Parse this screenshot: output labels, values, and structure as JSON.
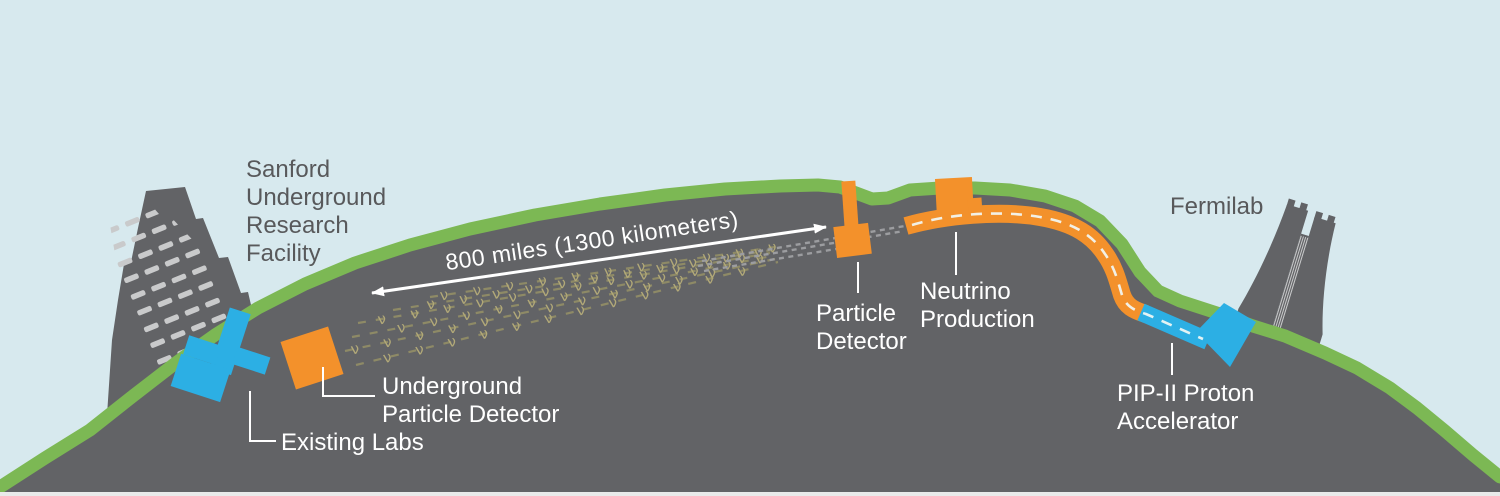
{
  "colors": {
    "sky": "#d7e9ee",
    "ground": "#626366",
    "grass": "#7cb854",
    "orange": "#f3912b",
    "cyan": "#2cafe4",
    "dark_text": "#58595b",
    "window": "#c9cacb",
    "nu": "#b2a978",
    "nu_dash": "#8e8a66",
    "pipe_dash": "#9c9da0",
    "beam_dash": "#f2f8f5",
    "bottom_strip": "#e9eaea"
  },
  "labels": {
    "sanford": [
      "Sanford",
      "Underground",
      "Research",
      "Facility"
    ],
    "fermilab": "Fermilab",
    "distance": "800 miles (1300 kilometers)",
    "particle_detector": [
      "Particle",
      "Detector"
    ],
    "neutrino_production": [
      "Neutrino",
      "Production"
    ],
    "underground_detector": [
      "Underground",
      "Particle Detector"
    ],
    "existing_labs": "Existing Labs",
    "pip2": [
      "PIP-II Proton",
      "Accelerator"
    ]
  },
  "fan": {
    "symbol": "ν",
    "rows": [
      "ν ν ν ν ν ν ν ν ν ν ν ν",
      "ν ν ν ν ν ν ν ν ν ν ν ν",
      "ν ν ν ν ν ν ν ν ν ν ν ν",
      "ν ν ν ν ν ν ν ν ν ν ν ν",
      "ν ν ν ν ν ν ν ν ν ν ν ν",
      "ν ν ν ν ν ν ν ν ν ν ν ν"
    ]
  }
}
